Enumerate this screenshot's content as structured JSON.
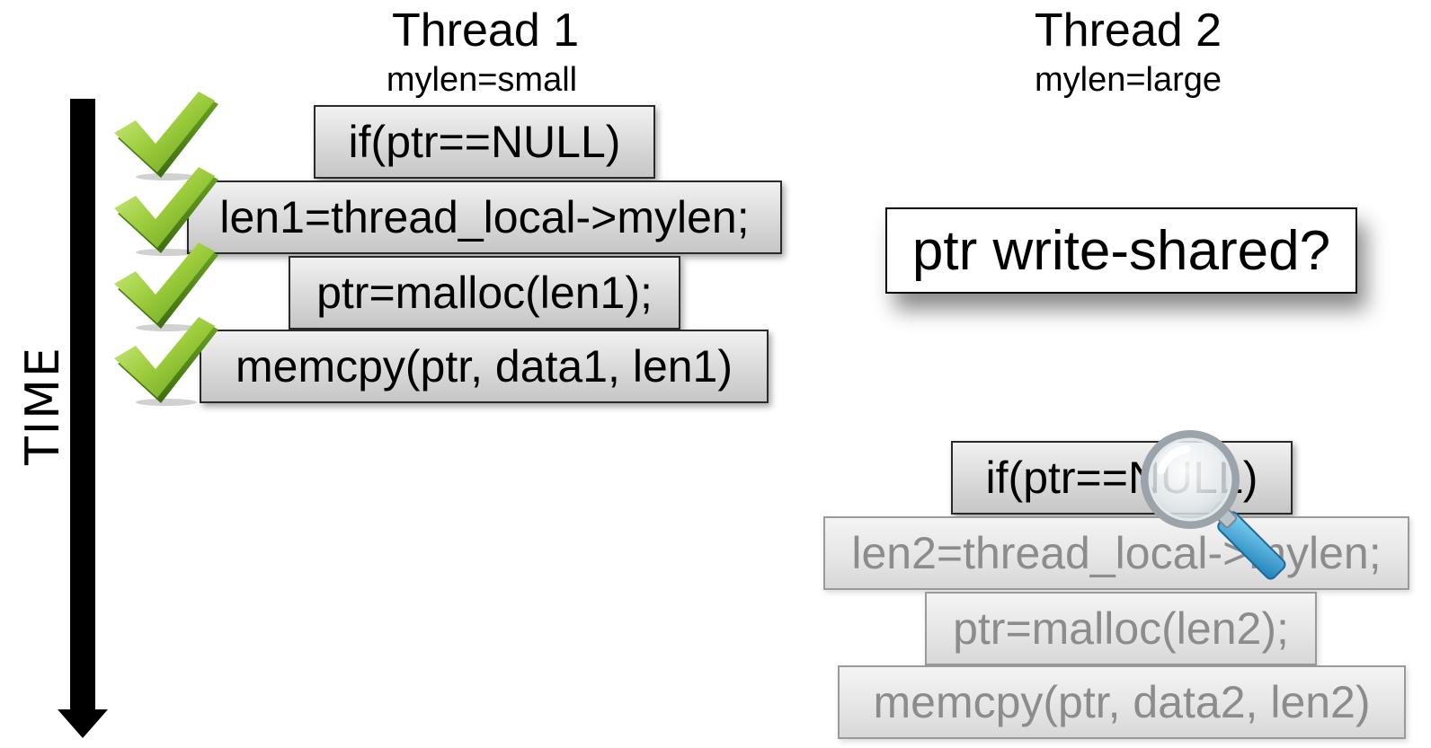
{
  "thread1": {
    "title": "Thread 1",
    "subtitle": "mylen=small",
    "lines": [
      "if(ptr==NULL)",
      "len1=thread_local->mylen;",
      "ptr=malloc(len1);",
      "memcpy(ptr, data1, len1)"
    ]
  },
  "thread2": {
    "title": "Thread 2",
    "subtitle": "mylen=large",
    "lines": [
      "if(ptr==NULL)",
      "len2=thread_local->mylen;",
      "ptr=malloc(len2);",
      "memcpy(ptr, data2, len2)"
    ]
  },
  "callout": "ptr write-shared?",
  "time_label": "TIME",
  "icons": {
    "check": "checkmark-icon",
    "magnifier": "magnifying-glass-icon"
  },
  "colors": {
    "check_light": "#b8e06a",
    "check_dark": "#5f9a1a",
    "faded_text": "#8c8c8c",
    "magnifier_handle": "#2a9fd6"
  }
}
